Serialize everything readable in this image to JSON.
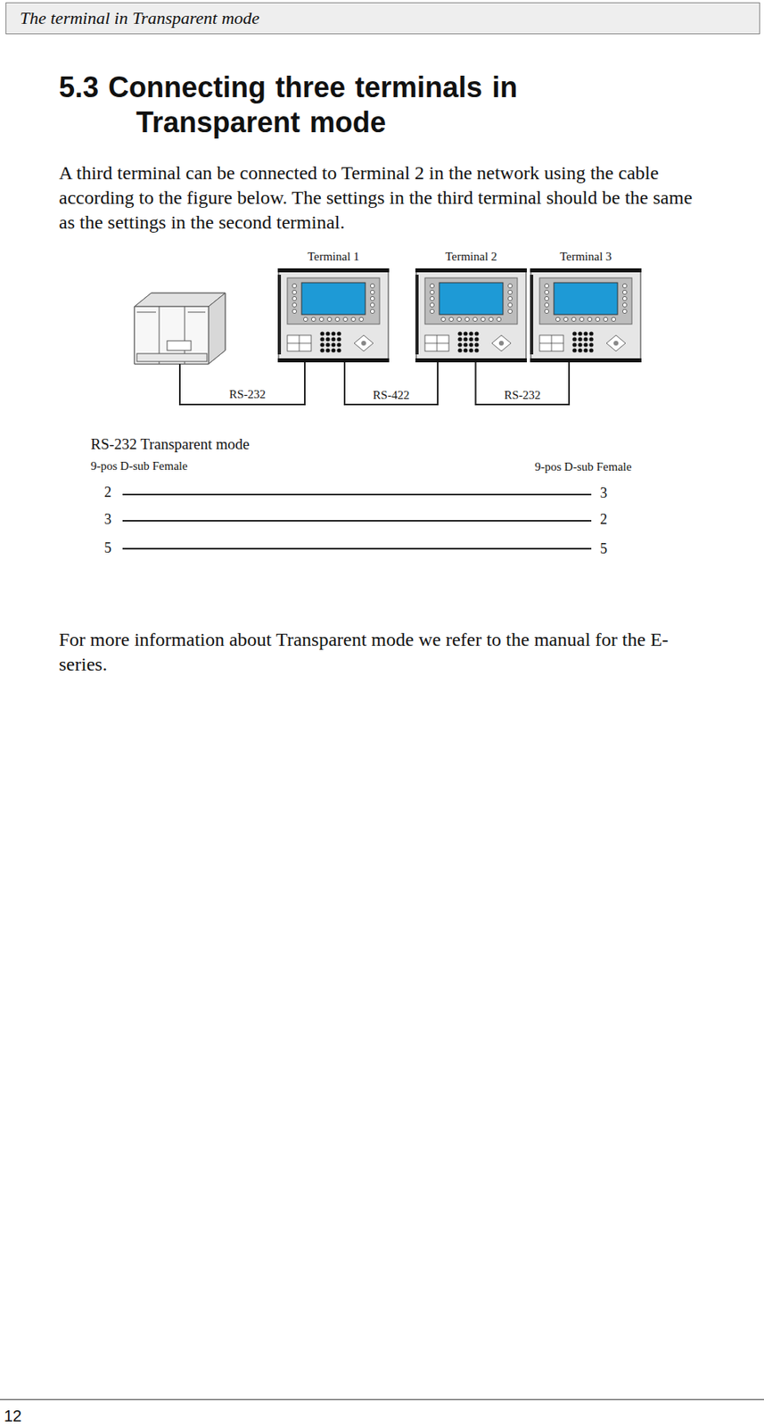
{
  "diagram": {
    "title": "5.3 Connecting three terminals in Transparent mode",
    "nodes": [
      {
        "text": [
          "Terminal 1"
        ]
      },
      {
        "text": [
          "Terminal 2"
        ]
      },
      {
        "text": [
          "Terminal 3"
        ]
      }
    ],
    "edges": [
      {
        "from": 0,
        "to": 1,
        "label": "RS-422",
        "arrow": "none"
      },
      {
        "from": 1,
        "to": 2,
        "label": "RS-232",
        "arrow": "none"
      }
    ],
    "labels": [
      "The terminal in Transparent mode",
      "A third terminal can be connected to Terminal 2 in the network using the cable according to the figure below. The settings in the third terminal should be the same as the settings in the second terminal.",
      "RS-232",
      "RS-232 Transparent mode",
      "9-pos D-sub Female",
      "9-pos D-sub Female",
      "2",
      "3",
      "5",
      "3",
      "2",
      "5",
      "For more information about Transparent mode we refer to the manual for the E-series.",
      "12"
    ]
  }
}
